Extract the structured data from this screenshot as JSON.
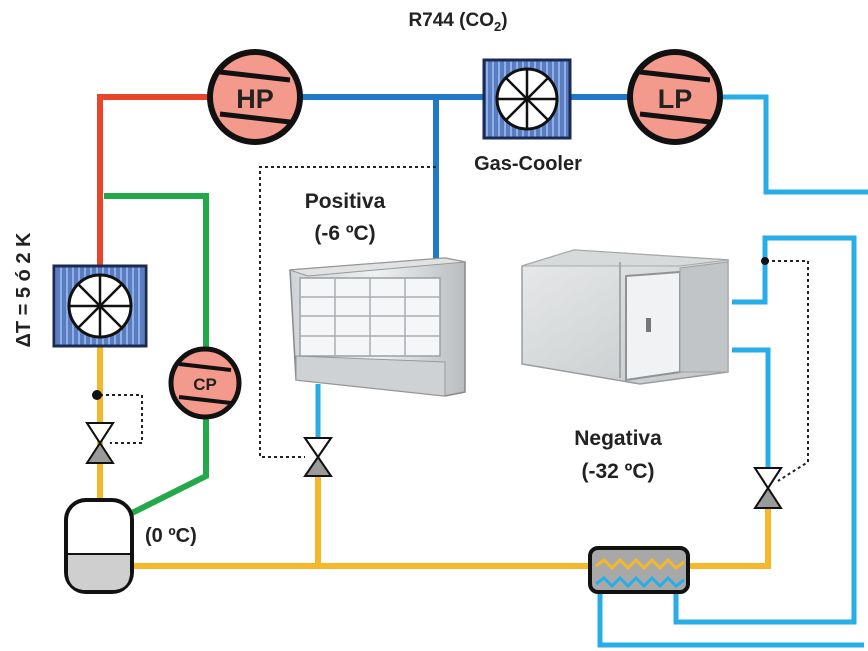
{
  "title": {
    "main": "R744 (CO",
    "sub": "2",
    "close": ")"
  },
  "compressors": {
    "hp": "HP",
    "lp": "LP",
    "cp": "CP"
  },
  "gas_cooler_label": "Gas-Cooler",
  "positiva": {
    "name": "Positiva",
    "temp": "(-6 ºC)"
  },
  "negativa": {
    "name": "Negativa",
    "temp": "(-32 ºC)"
  },
  "receiver_temp": "(0 ºC)",
  "delta_t": "ΔT = 5 ó 2 K",
  "colors": {
    "discharge_red": "#e8452a",
    "hp_blue": "#1f78c8",
    "lp_cyan": "#28aee6",
    "liquid_yellow": "#f5b82a",
    "vapor_green": "#23a84a",
    "compressor_fill": "#f39a8c",
    "coil_fill": "#4d6fb5"
  }
}
